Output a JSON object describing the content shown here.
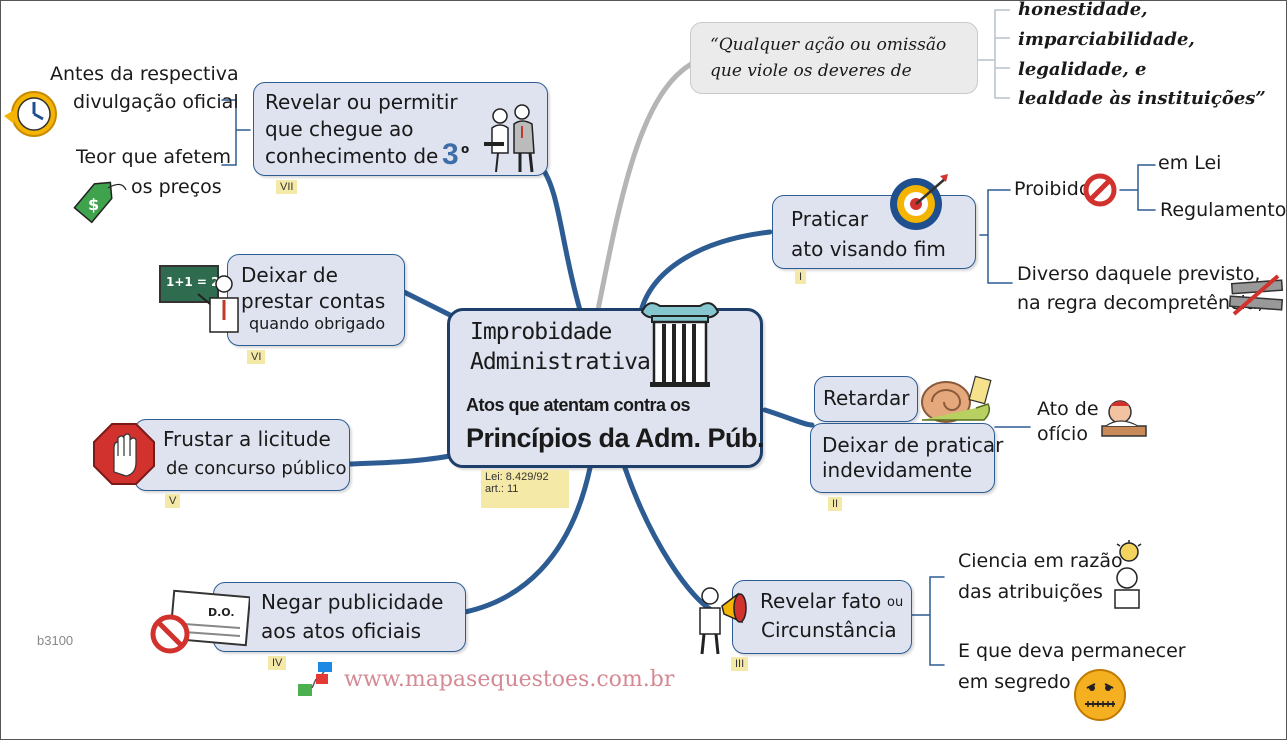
{
  "center": {
    "title_line1": "Improbidade",
    "title_line2": "Administrativa",
    "sub1": "Atos que atentam contra os",
    "sub2": "Princípios da Adm. Púb.",
    "law1": "Lei: 8.429/92",
    "law2": "art.: 11"
  },
  "quote": {
    "line1": "“Qualquer ação ou omissão",
    "line2": "que viole  os deveres de",
    "items": [
      "honestidade,",
      "imparciabilidade,",
      "legalidade, e",
      "lealdade  às instituições”"
    ]
  },
  "branch_vii": {
    "line1": "Revelar ou permitir",
    "line2": "que chegue ao",
    "line3": "conhecimento de",
    "superscript_3": "3",
    "superscript_o": "o",
    "num": "VII",
    "detail1_line1": "Antes da respectiva",
    "detail1_line2": "divulgação oficial",
    "detail2_line1": "Teor que afetem",
    "detail2_line2": "os preços"
  },
  "branch_vi": {
    "line1": "Deixar de",
    "line2": "prestar contas",
    "line3": "quando obrigado",
    "num": "VI",
    "board_text": "1+1 = 2"
  },
  "branch_v": {
    "line1": "Frustar a licitude",
    "line2": "de concurso público",
    "num": "V"
  },
  "branch_iv": {
    "line1": "Negar publicidade",
    "line2": "aos atos oficiais",
    "num": "IV",
    "newspaper": "D.O."
  },
  "branch_i": {
    "line1": "Praticar",
    "line2": "ato visando fim",
    "num": "I",
    "proibido": "Proibido",
    "em_lei": "em Lei",
    "regulamento": "Regulamento",
    "diverso1": "Diverso daquele previsto,",
    "diverso2": "na regra decompretência;"
  },
  "branch_ii": {
    "retardar": "Retardar",
    "deixar1": "Deixar de praticar",
    "deixar2": "indevidamente",
    "num": "II",
    "ato1": "Ato de",
    "ato2": "ofício"
  },
  "branch_iii": {
    "line1": "Revelar fato",
    "line1_small": "ou",
    "line2": "Circunstância",
    "num": "III",
    "d1_line1": "Ciencia em razão",
    "d1_line2": "das atribuições",
    "d2_line1": "E que deva permanecer",
    "d2_line2": "em segredo"
  },
  "footer": {
    "code": "b3100",
    "site": "www.mapasequestoes.com.br"
  },
  "colors": {
    "branch": "#2d5c93",
    "quote_branch": "#b5b5b5",
    "box_fill": "#dfe3f0",
    "num_fill": "#f5e9a8",
    "site": "#d48a94"
  }
}
